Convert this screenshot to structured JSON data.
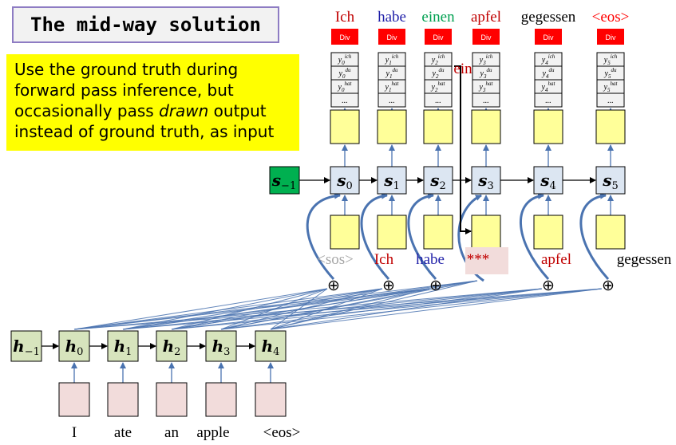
{
  "title": "The mid-way solution",
  "note": {
    "line1": "Use the ground truth during",
    "line2": "forward pass inference, but",
    "line3_pre": "occasionally pass ",
    "line3_em": "drawn",
    "line3_post": " output",
    "line4": "instead of ground truth, as input"
  },
  "decoder": {
    "outputs": [
      {
        "word": "Ich",
        "color": "#c00000"
      },
      {
        "word": "habe",
        "color": "#1f1fa8"
      },
      {
        "word": "einen",
        "color": "#00a050"
      },
      {
        "word": "apfel",
        "color": "#c00000"
      },
      {
        "word": "gegessen",
        "color": "#000000"
      },
      {
        "word": "<eos>",
        "color": "#ff0000"
      }
    ],
    "div_label": "Div",
    "state_names": [
      "s",
      "s",
      "s",
      "s",
      "s",
      "s"
    ],
    "state_subs": [
      "0",
      "1",
      "2",
      "3",
      "4",
      "5"
    ],
    "initial_state": {
      "name": "s",
      "sub": "−1"
    },
    "prob_rows": [
      "ich",
      "du",
      "hat",
      "..."
    ],
    "inputs": [
      {
        "word": "<sos>",
        "color": "#a6a6a6"
      },
      {
        "word": "Ich",
        "color": "#c00000"
      },
      {
        "word": "habe",
        "color": "#1f1fa8"
      },
      {
        "word": "***",
        "color": "#c00000"
      },
      {
        "word": "apfel",
        "color": "#c00000"
      },
      {
        "word": "gegessen",
        "color": "#000000"
      }
    ],
    "drawn_word": "ein",
    "combine_symbol": "⊕"
  },
  "encoder": {
    "state_name": "h",
    "subs": [
      "−1",
      "0",
      "1",
      "2",
      "3",
      "4"
    ],
    "inputs": [
      "I",
      "ate",
      "an",
      "apple",
      "<eos>"
    ]
  },
  "colors": {
    "yellow": "#ffff99",
    "pink": "#f2dcdb",
    "state_blue": "#dce6f2",
    "enc_green": "#d7e4bd",
    "init_green": "#00b050",
    "arrow_blue": "#4a73b0",
    "div_red": "#ff0000"
  }
}
